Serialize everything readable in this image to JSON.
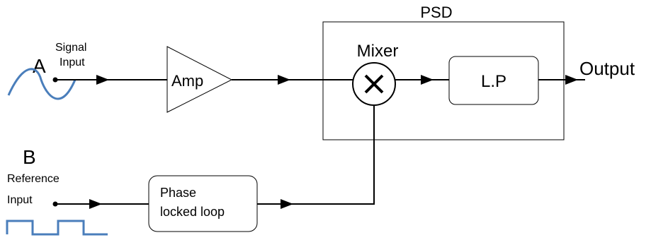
{
  "signal_a": {
    "letter": "A",
    "label_line1": "Signal",
    "label_line2": "Input"
  },
  "signal_b": {
    "letter": "B",
    "label_line1": "Reference",
    "label_line2": "Input"
  },
  "blocks": {
    "amp": "Amp",
    "psd": "PSD",
    "mixer": "Mixer",
    "low_pass": "L.P",
    "pll_line1": "Phase",
    "pll_line2": "locked loop"
  },
  "output_label": "Output",
  "colors": {
    "wire": "#000000",
    "waveform": "#4a7ebb",
    "box_stroke": "#000000"
  },
  "icons": {
    "mixer": "multiply-icon",
    "sine": "sine-wave-icon",
    "square": "square-wave-icon",
    "arrow": "arrowhead-icon"
  }
}
